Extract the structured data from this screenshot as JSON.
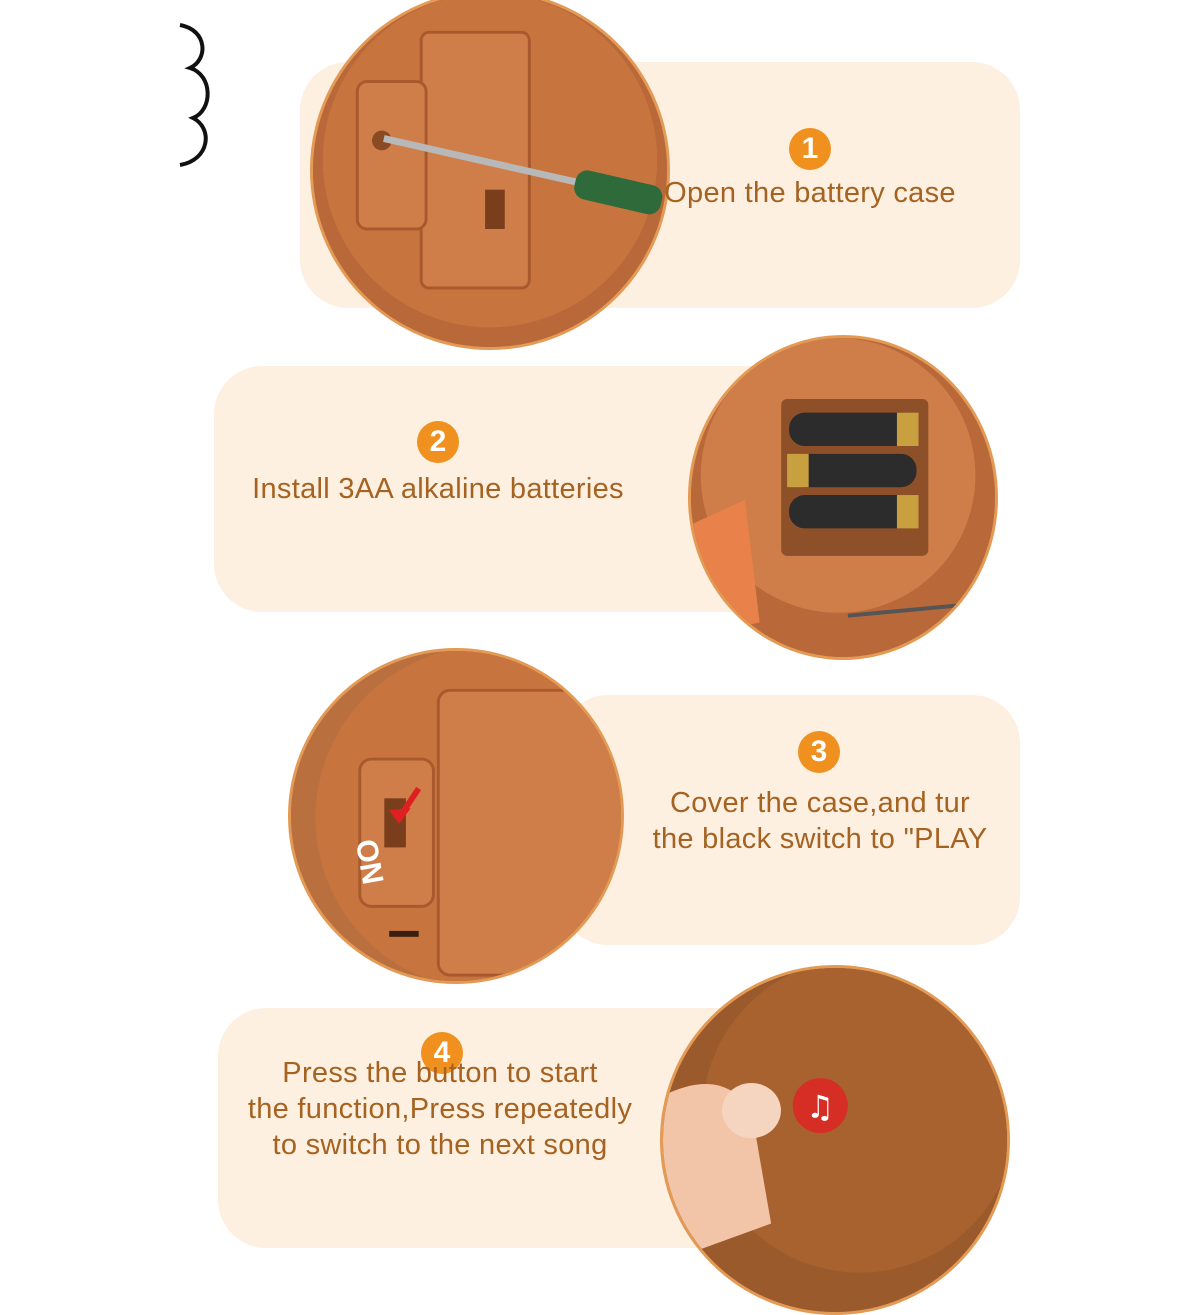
{
  "steps": [
    {
      "number": "1",
      "lines": [
        "Open the battery case"
      ]
    },
    {
      "number": "2",
      "lines": [
        "Install 3AA alkaline batteries"
      ]
    },
    {
      "number": "3",
      "lines": [
        "Cover the case,and tur",
        "the black switch to \"PLAY"
      ]
    },
    {
      "number": "4",
      "lines": [
        "Press the button to start",
        "the function,Press repeatedly",
        "to switch to the next song"
      ]
    }
  ],
  "switch_label": "ON",
  "colors": {
    "panel": "#fdf0e1",
    "badge": "#f0901e",
    "caption": "#a56221",
    "circle_border": "#e39a55",
    "case": "#c8743f"
  }
}
